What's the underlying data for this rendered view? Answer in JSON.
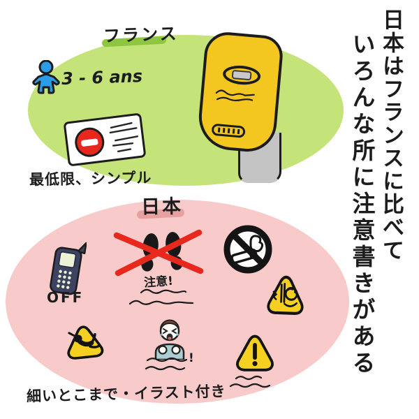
{
  "headline": {
    "line1": "日本はフランスに比べて",
    "line2": "いろんな所に注意書きがある"
  },
  "france": {
    "label": "フランス",
    "age_label": "3 - 6 ans",
    "caption": "最低限、シンプル"
  },
  "japan": {
    "label": "日本",
    "phone_caption": "OFF",
    "footprints_caption": "注意!",
    "baby_exclamation": "!",
    "caption": "細いとこまで・イラスト付き"
  },
  "icons": [
    "child-pictogram-icon",
    "no-entry-card-icon",
    "hand-dryer-icon",
    "mobile-phone-icon",
    "footprints-icon",
    "red-cross-icon",
    "no-smoking-icon",
    "pinch-hazard-triangle-icon",
    "slip-hazard-triangle-icon",
    "crying-baby-icon",
    "warning-triangle-icon"
  ],
  "colors": {
    "ink": "#1c1c1c",
    "green-ellipse": "#c4e47a",
    "green-underline": "#8fc63f",
    "pink-ellipse": "#f8caca",
    "pink-underline": "#e6a1a0",
    "red": "#e8281c",
    "dryer-yellow": "#f3c71f",
    "sign-yellow": "#f6cf23",
    "pole-gray": "#c4c4c4",
    "window-gray": "#c9c9c9",
    "pictogram-blue": "#2b9ce6",
    "phone-navy": "#3c4260",
    "phone-screen": "#edf2d6",
    "baby-shirt": "#accdd2",
    "baby-hair": "#7b4a2b"
  }
}
